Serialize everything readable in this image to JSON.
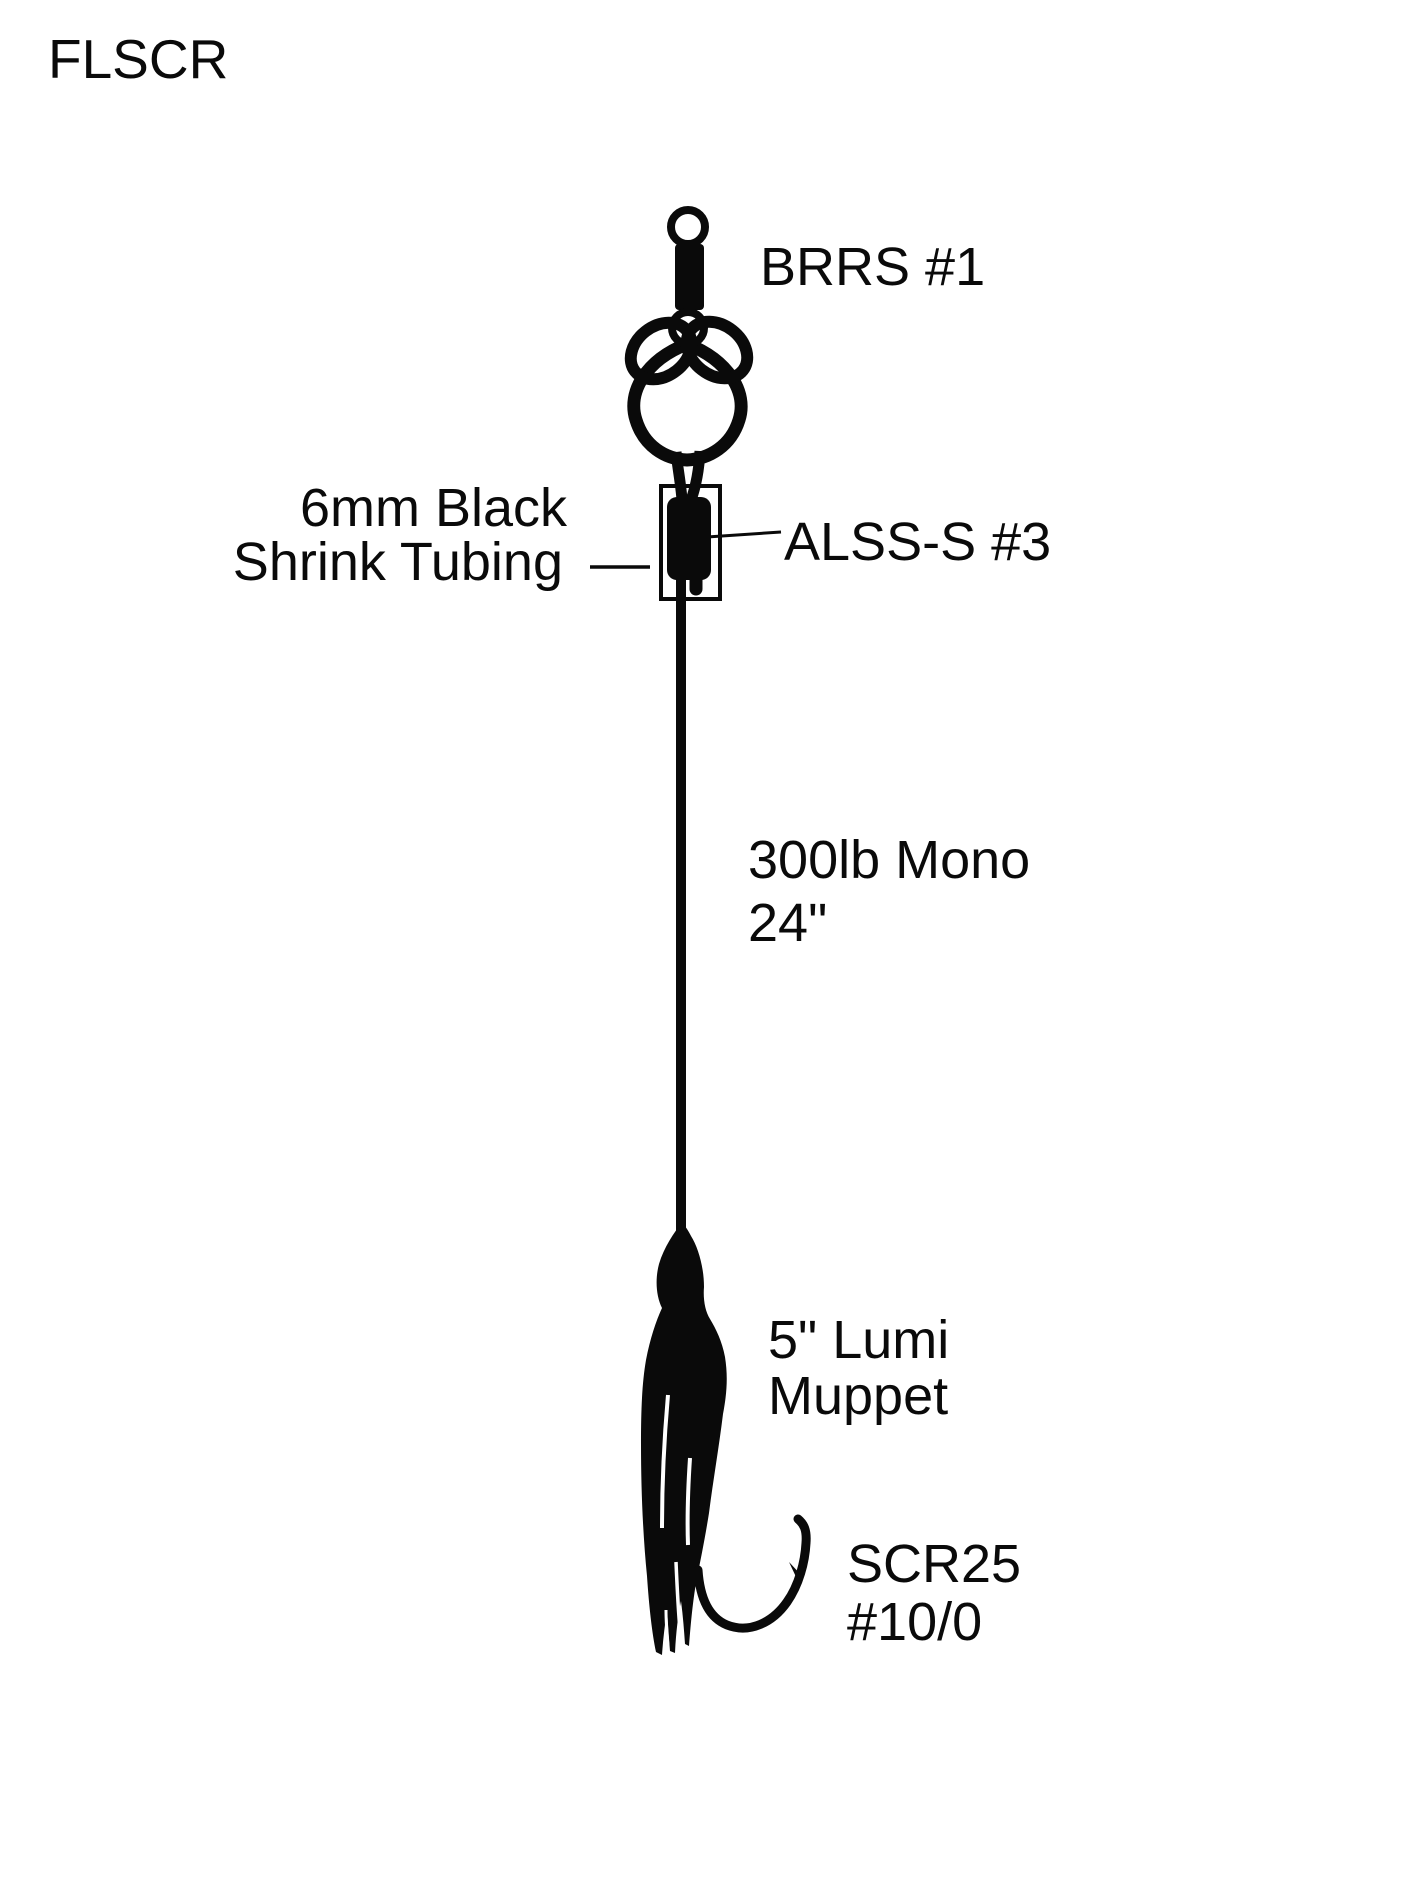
{
  "page": {
    "rig_code": "FLSCR",
    "background": "#ffffff",
    "ink": "#0a0a0a"
  },
  "labels": {
    "swivel": "BRRS #1",
    "tubing_line1": "6mm Black",
    "tubing_line2": "Shrink Tubing",
    "sleeve": "ALSS-S #3",
    "leader_line1": "300lb Mono",
    "leader_line2": "24\"",
    "lure_line1": "5\" Lumi",
    "lure_line2": "Muppet",
    "hook_line1": "SCR25",
    "hook_line2": "#10/0"
  },
  "parts": [
    {
      "icon": "barrel-swivel-icon",
      "label": "BRRS #1"
    },
    {
      "icon": "loop-knot-icon",
      "label": ""
    },
    {
      "icon": "shrink-tube-icon",
      "label": "6mm Black Shrink Tubing"
    },
    {
      "icon": "crimp-sleeve-icon",
      "label": "ALSS-S #3"
    },
    {
      "icon": "mono-leader-line",
      "label": "300lb Mono 24\""
    },
    {
      "icon": "muppet-lure-icon",
      "label": "5\" Lumi Muppet"
    },
    {
      "icon": "hook-icon",
      "label": "SCR25 #10/0"
    }
  ]
}
